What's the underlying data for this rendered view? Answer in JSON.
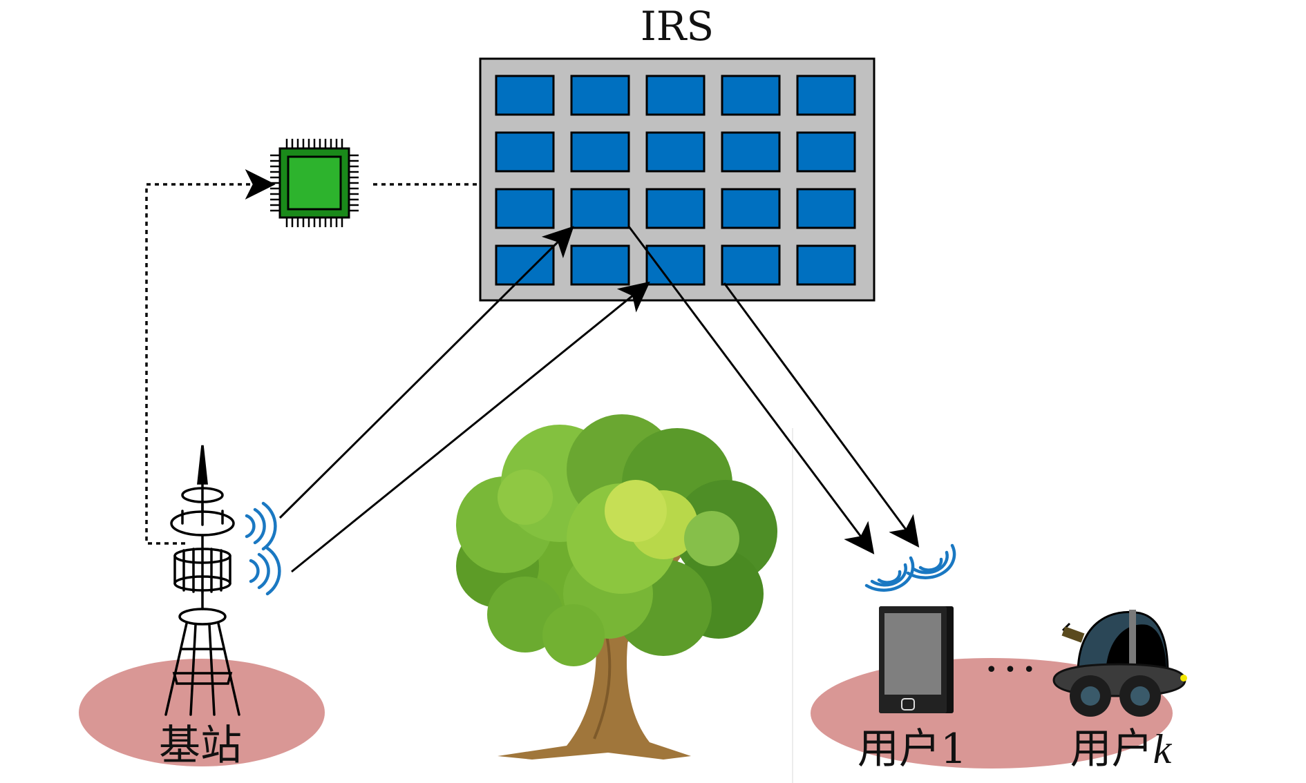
{
  "labels": {
    "irs": "IRS",
    "base_station": "基站",
    "user_1": "用户1",
    "user_k_prefix": "用户",
    "user_k_var": "k",
    "ellipsis": "• • •"
  },
  "colors": {
    "irs_frame": "#c0c0c0",
    "irs_element": "#0070c0",
    "ground_ellipse": "#d99795",
    "chip_body": "#1a8a1a",
    "chip_core": "#2db32d",
    "signal_wave": "#1a78c2",
    "phone_body": "#7f7f7f",
    "tree_foliage": "#7cb73a",
    "tree_trunk": "#a0763b"
  },
  "irs_grid": {
    "rows": 4,
    "cols": 5
  },
  "icons": [
    "base-station-tower-icon",
    "controller-chip-icon",
    "tree-icon",
    "smartphone-icon",
    "robot-vehicle-icon",
    "signal-wave-icon"
  ]
}
